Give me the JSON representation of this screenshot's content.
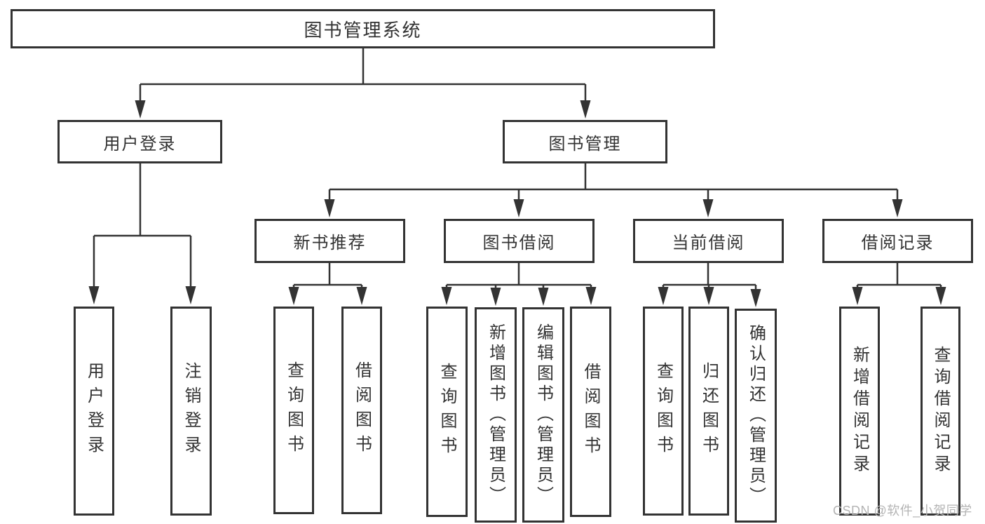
{
  "colors": {
    "line": "#333333",
    "text": "#333333",
    "background": "#ffffff",
    "watermark": "#b4b4b4"
  },
  "watermark": {
    "text": "CSDN @软件_小贺同学"
  },
  "diagram": {
    "type": "tree",
    "root": {
      "label": "图书管理系统",
      "children": [
        {
          "label": "用户登录",
          "children": [
            {
              "label": "用户登录"
            },
            {
              "label": "注销登录"
            }
          ]
        },
        {
          "label": "图书管理",
          "children": [
            {
              "label": "新书推荐",
              "children": [
                {
                  "label": "查询图书"
                },
                {
                  "label": "借阅图书"
                }
              ]
            },
            {
              "label": "图书借阅",
              "children": [
                {
                  "label": "查询图书"
                },
                {
                  "label": "新增图书（管理员）"
                },
                {
                  "label": "编辑图书（管理员）"
                },
                {
                  "label": "借阅图书"
                }
              ]
            },
            {
              "label": "当前借阅",
              "children": [
                {
                  "label": "查询图书"
                },
                {
                  "label": "归还图书"
                },
                {
                  "label": "确认归还（管理员）"
                }
              ]
            },
            {
              "label": "借阅记录",
              "children": [
                {
                  "label": "新增借阅记录"
                },
                {
                  "label": "查询借阅记录"
                }
              ]
            }
          ]
        }
      ]
    }
  }
}
